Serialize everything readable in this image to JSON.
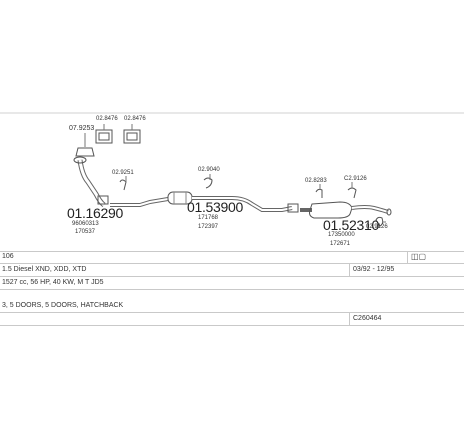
{
  "parts": {
    "p_07_9253": "07.9253",
    "p_02_8476_a": "02.8476",
    "p_02_8476_b": "02.8476",
    "p_02_9251": "02.9251",
    "p_02_9040": "02.9040",
    "p_02_8283": "02.8283",
    "p_c2_9126": "C2.9126",
    "p_02_9126": "02.9126",
    "front_pipe": "01.16290",
    "front_pipe_ref1": "96060313",
    "front_pipe_ref2": "170537",
    "middle": "01.53900",
    "middle_ref1": "171768",
    "middle_ref2": "172397",
    "rear": "01.52310",
    "rear_ref1": "17350000",
    "rear_ref2": "172671"
  },
  "info": {
    "model": "106",
    "engine": "1.5 Diesel XND, XDD, XTD",
    "dates": "03/92 - 12/95",
    "spec": "1527 cc, 56 HP, 40 KW, M T JD5",
    "body": "3, 5 DOORS, 5 DOORS, HATCHBACK",
    "code": "C260464"
  }
}
